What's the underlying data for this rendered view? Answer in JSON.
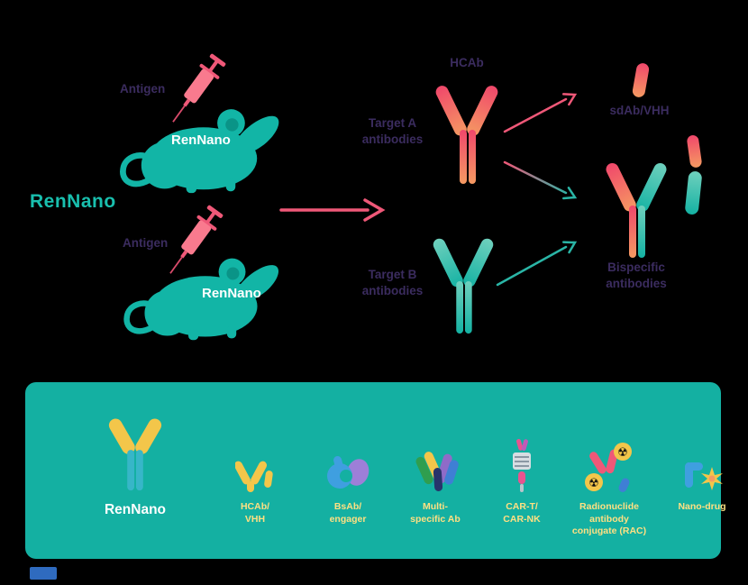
{
  "colors": {
    "background": "#000000",
    "teal": "#14b0a2",
    "teal_bright": "#19bfae",
    "pink": "#ef5878",
    "orange": "#f59a62",
    "yellow": "#f3c64a",
    "label_yellow": "#ffe082",
    "purple_text": "#3b2c5f",
    "blue": "#3f9fe0",
    "purple": "#9d7fd8",
    "green": "#2f9e4f",
    "magenta": "#e8538f",
    "navy": "#2f6bbf",
    "white": "#ffffff"
  },
  "diagram": {
    "brand": "RenNano",
    "antigen1": "Antigen",
    "antigen2": "Antigen",
    "mouse1_label": "RenNano",
    "mouse2_label": "RenNano",
    "hcab_label": "HCAb",
    "target_a": "Target A\nantibodies",
    "target_b": "Target B\nantibodies",
    "vhh_label": "sdAb/VHH",
    "bispecific_label": "Bispecific\nantibodies"
  },
  "panel": {
    "items": [
      {
        "id": "rennano",
        "label": "RenNano",
        "icon": "antibody-icon"
      },
      {
        "id": "hcab-vhh",
        "label": "HCAb/\nVHH",
        "icon": "hcab-vhh-icon"
      },
      {
        "id": "bsab-engager",
        "label": "BsAb/\nengager",
        "icon": "bsab-engager-icon"
      },
      {
        "id": "multi-specific-ab",
        "label": "Multi-\nspecific Ab",
        "icon": "multi-specific-ab-icon"
      },
      {
        "id": "car-t-car-nk",
        "label": "CAR-T/\nCAR-NK",
        "icon": "car-cell-icon"
      },
      {
        "id": "rac",
        "label": "Radionuclide\nantibody\nconjugate (RAC)",
        "icon": "radionuclide-conjugate-icon"
      },
      {
        "id": "nano-drug",
        "label": "Nano-drug",
        "icon": "nano-drug-icon"
      }
    ]
  },
  "icons": {
    "radiation_symbol": "☢"
  }
}
